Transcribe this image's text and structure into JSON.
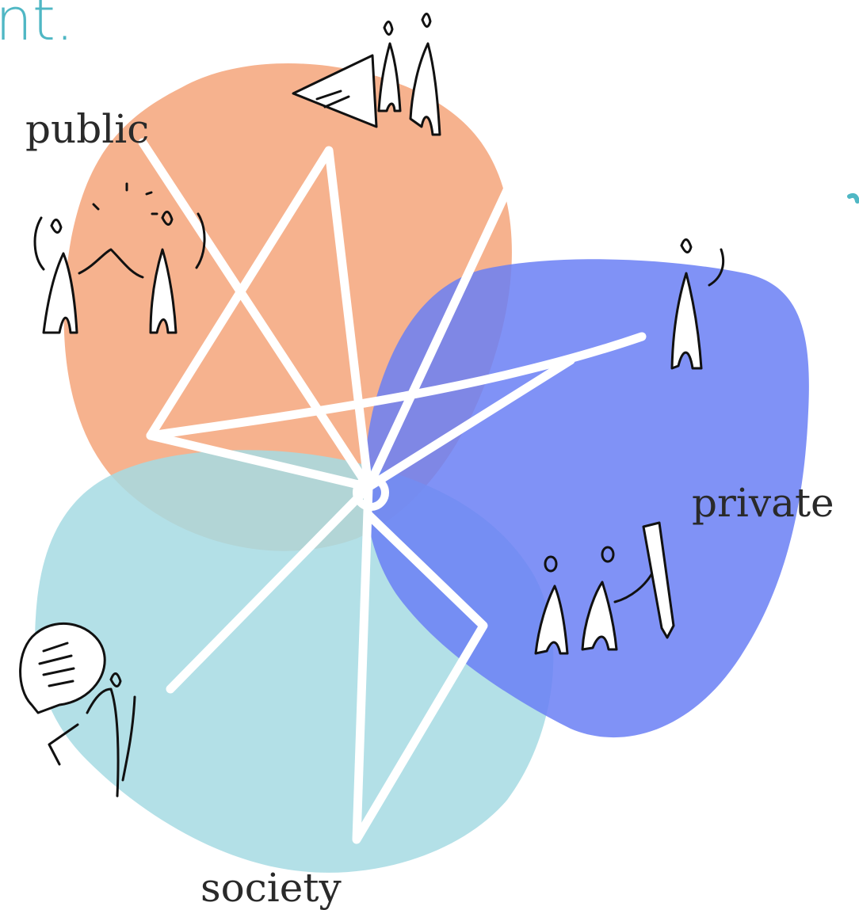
{
  "diagram": {
    "corner_fragment": "nt.",
    "labels": {
      "public": "public",
      "private": "private",
      "society": "society"
    },
    "colors": {
      "public": "#f4a47a",
      "private": "#6a7ff5",
      "society": "#a6dbe3",
      "accent_text": "#4fb7c4"
    },
    "icons": [
      "people-with-table-icon",
      "two-people-talking-icon",
      "person-thinking-icon",
      "two-people-with-pencil-icon",
      "person-with-speech-bubble-icon"
    ]
  }
}
